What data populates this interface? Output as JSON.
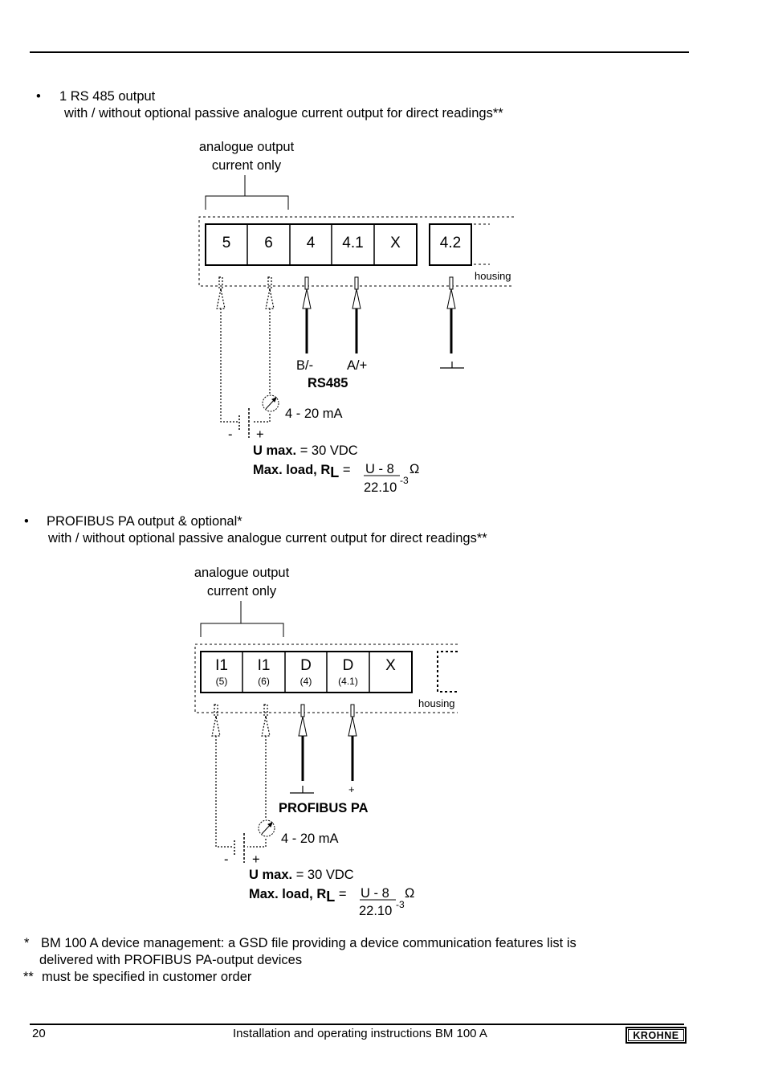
{
  "section1": {
    "bullet": "•",
    "title": "1 RS 485 output",
    "subtitle": "with / without optional passive analogue current output for direct readings**",
    "analogue_label_1": "analogue output",
    "analogue_label_2": "current only",
    "terminals": [
      "5",
      "6",
      "4",
      "4.1",
      "X",
      "4.2"
    ],
    "housing": "housing",
    "wire_b": "B/-",
    "wire_a": "A/+",
    "bus_label": "RS485",
    "current": "4 - 20 mA",
    "minus": "-",
    "plus": "+",
    "umax_label": "U max.",
    "umax_value": "= 30 VDC",
    "load_label": "Max. load, R",
    "load_sub": "L",
    "load_eq": "=",
    "load_num": "U - 8",
    "load_unit": "Ω",
    "load_den": "22.10",
    "load_exp": "-3"
  },
  "section2": {
    "bullet": "•",
    "title": "PROFIBUS PA output & optional*",
    "subtitle": "with / without optional passive analogue current output for direct readings**",
    "analogue_label_1": "analogue output",
    "analogue_label_2": "current only",
    "terminals": [
      {
        "top": "I1",
        "bottom": "(5)"
      },
      {
        "top": "I1",
        "bottom": "(6)"
      },
      {
        "top": "D",
        "bottom": "(4)"
      },
      {
        "top": "D",
        "bottom": "(4.1)"
      },
      {
        "top": "X",
        "bottom": ""
      }
    ],
    "housing": "housing",
    "wire_plus": "+",
    "bus_label": "PROFIBUS PA",
    "current": "4 - 20 mA",
    "minus": "-",
    "plus": "+",
    "umax_label": "U max.",
    "umax_value": "= 30 VDC",
    "load_label": "Max. load, R",
    "load_sub": "L",
    "load_eq": "=",
    "load_num": "U - 8",
    "load_unit": "Ω",
    "load_den": "22.10",
    "load_exp": "-3"
  },
  "footnotes": {
    "star1_mark": "*",
    "star1_line1": "BM 100 A device management: a GSD file providing a device communication features list is",
    "star1_line2": "delivered with PROFIBUS PA-output devices",
    "star2_mark": "**",
    "star2_line1": "must be specified in customer order"
  },
  "footer": {
    "page_number": "20",
    "doc_title": "Installation and operating instructions BM 100 A",
    "logo": "KROHNE"
  }
}
